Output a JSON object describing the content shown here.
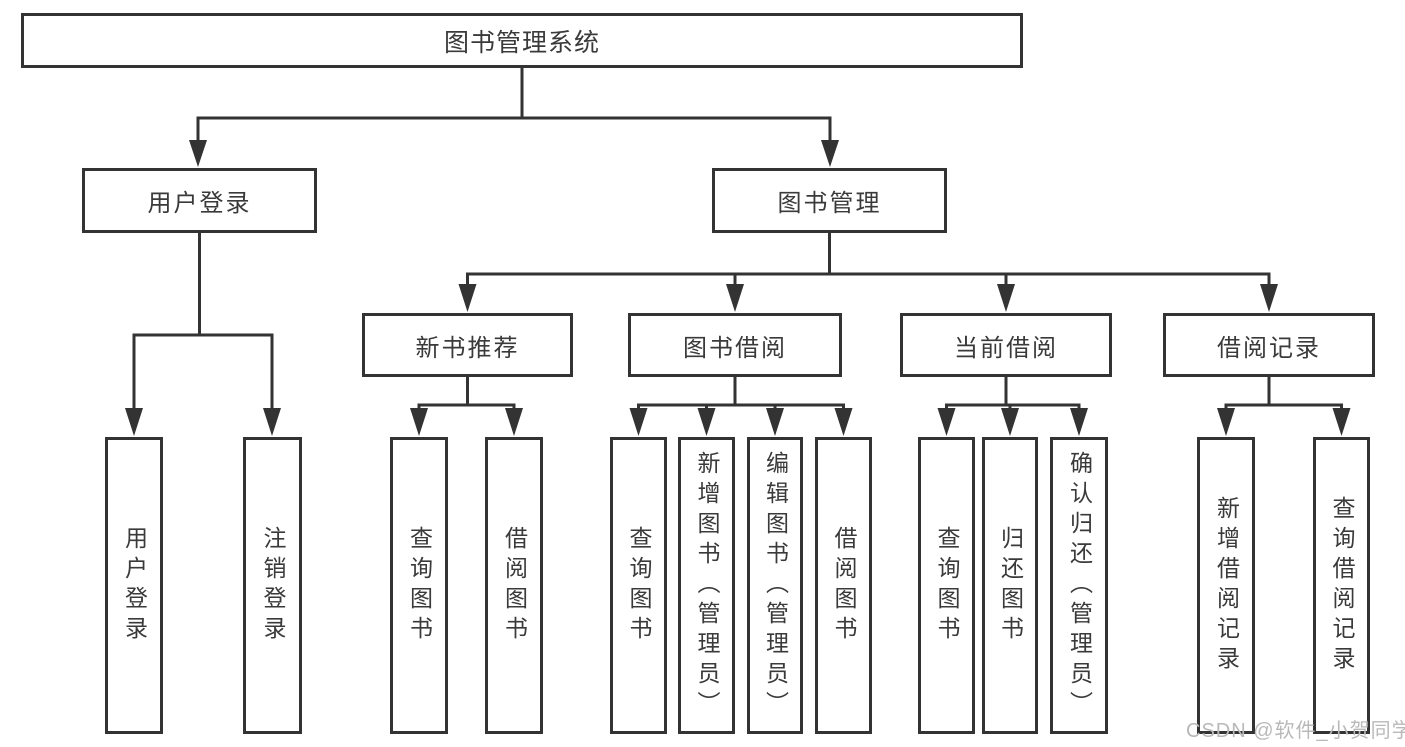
{
  "root": {
    "label": "图书管理系统"
  },
  "user_login": {
    "label": "用户登录",
    "leaves": [
      "用户登录",
      "注销登录"
    ]
  },
  "book_management": {
    "label": "图书管理",
    "sections": [
      {
        "label": "新书推荐",
        "leaves": [
          "查询图书",
          "借阅图书"
        ]
      },
      {
        "label": "图书借阅",
        "leaves": [
          "查询图书",
          "新增图书（管理员）",
          "编辑图书（管理员）",
          "借阅图书"
        ]
      },
      {
        "label": "当前借阅",
        "leaves": [
          "查询图书",
          "归还图书",
          "确认归还（管理员）"
        ]
      },
      {
        "label": "借阅记录",
        "leaves": [
          "新增借阅记录",
          "查询借阅记录"
        ]
      }
    ]
  },
  "watermark": {
    "text": "CSDN @软件_小贺同学"
  },
  "colors": {
    "line": "#333333",
    "text": "#3a3a3a",
    "watermark": "#b9b9b9",
    "background": "#ffffff"
  }
}
